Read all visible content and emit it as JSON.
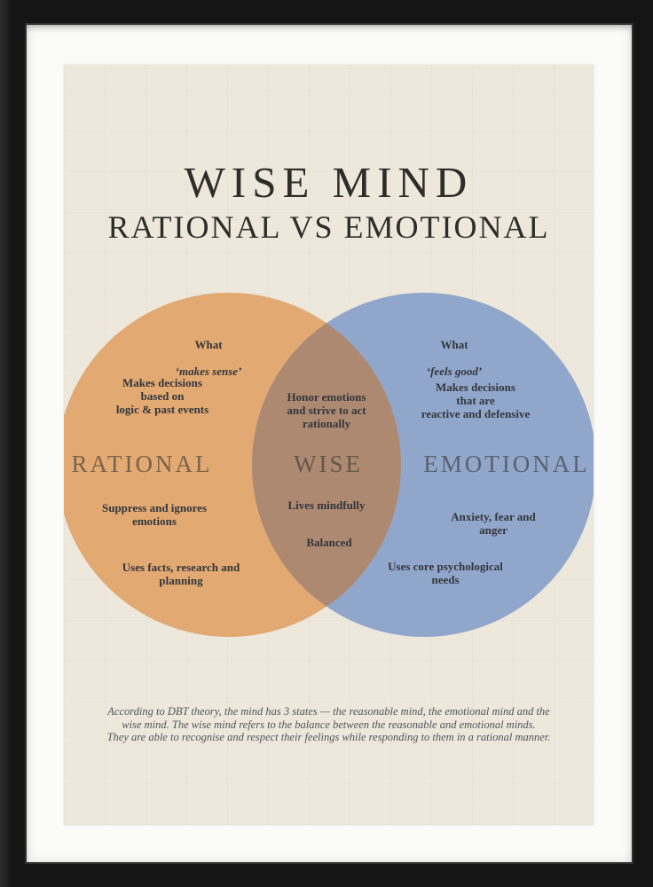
{
  "poster": {
    "title": "WISE MIND",
    "subtitle": "RATIONAL VS EMOTIONAL",
    "colors": {
      "frame": "#151515",
      "mat": "#fbfbfa",
      "paper": "#EDE7DC",
      "circle_left": "#E2A972",
      "circle_right": "#90A6CB",
      "overlap": "#AD8971",
      "heading": "#2E2D29",
      "body_text": "#33363C",
      "label_rational": "#7A6349",
      "label_wise": "#65564A",
      "label_emotional": "#59626F",
      "footer_text": "#53545C"
    },
    "venn": {
      "rational": {
        "label": "RATIONAL",
        "what_label": "What",
        "what_quote": "‘makes sense’",
        "points": [
          "Makes decisions\nbased on\nlogic & past events",
          "Suppress and ignores\nemotions",
          "Uses facts, research and\nplanning"
        ]
      },
      "wise": {
        "label": "WISE",
        "points": [
          "Honor emotions\nand strive to act\nrationally",
          "Lives mindfully",
          "Balanced"
        ]
      },
      "emotional": {
        "label": "EMOTIONAL",
        "what_label": "What",
        "what_quote": "‘feels good’",
        "points": [
          "Makes decisions\nthat are\nreactive and defensive",
          "Anxiety, fear and anger",
          "Uses core psychological\nneeds"
        ]
      }
    },
    "footer": {
      "text": "According to DBT theory, the mind has 3 states — the reasonable mind, the emotional mind and the\nwise mind. The wise mind refers to the balance between the reasonable and emotional minds.\nThey are able to recognise and respect their feelings while responding to them in a rational manner."
    }
  }
}
